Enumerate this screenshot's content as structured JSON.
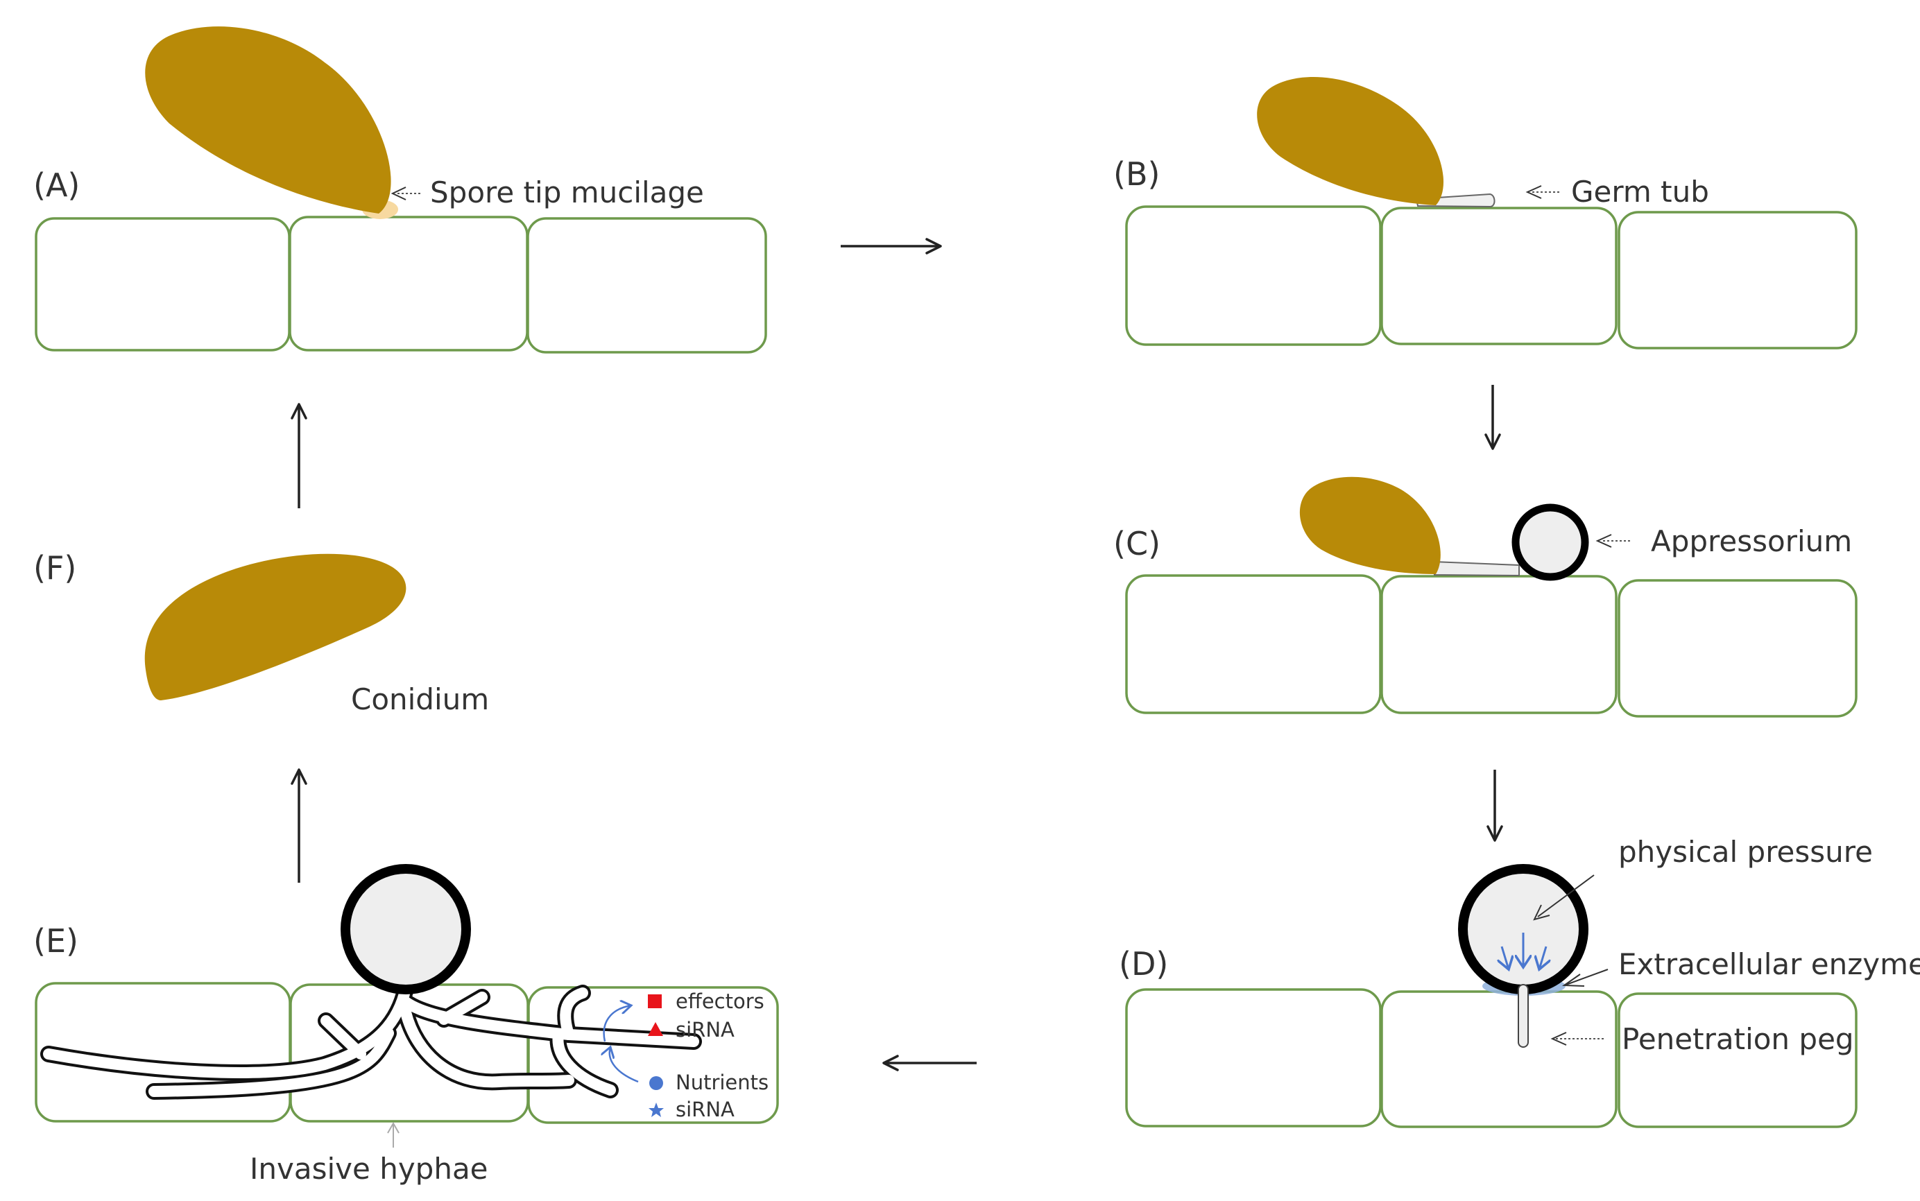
{
  "stages": {
    "a": "(A)",
    "b": "(B)",
    "c": "(C)",
    "d": "(D)",
    "e": "(E)",
    "f": "(F)"
  },
  "labels": {
    "spore_tip_mucilage": "Spore tip mucilage",
    "germ_tub": "Germ tub",
    "appressorium": "Appressorium",
    "physical_pressure": "physical pressure",
    "extracellular_enzymes": "Extracellular enzymes",
    "penetration_peg": "Penetration peg",
    "conidium": "Conidium",
    "invasive_hyphae": "Invasive hyphae"
  },
  "legend": {
    "effectors": "effectors",
    "sirna_fungal": "siRNA",
    "nutrients": "Nutrients",
    "sirna_host": "siRNA"
  },
  "colors": {
    "spore": "#b88a08",
    "cell_wall": "#6e9a4c",
    "mucilage": "#f7d9a0",
    "appressorium_fill": "#eeeeee",
    "appressorium_wall": "#000000",
    "enzymes": "#8fb0dc",
    "fungal_cargo": "#e8141b",
    "host_cargo": "#4a77cf"
  },
  "icons": {
    "effectors": "red-square-icon",
    "fungal_sirna": "red-triangle-icon",
    "nutrients": "blue-circle-icon",
    "host_sirna": "blue-star-icon"
  }
}
